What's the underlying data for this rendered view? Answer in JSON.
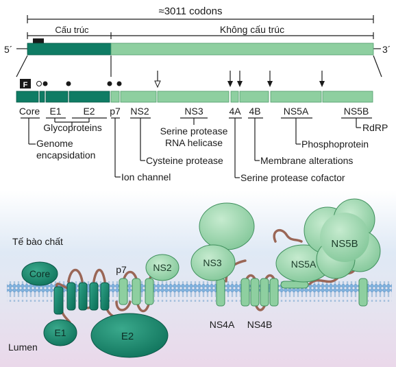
{
  "genome": {
    "codon_label": "≈3011 codons",
    "structural_label": "Cấu trúc",
    "nonstructural_label": "Không cấu trúc",
    "five_prime": "5´",
    "three_prime": "3´",
    "f_marker": "F"
  },
  "proteins": {
    "core": "Core",
    "e1": "E1",
    "e2": "E2",
    "p7": "p7",
    "ns2": "NS2",
    "ns3": "NS3",
    "ns4a": "4A",
    "ns4b": "4B",
    "ns5a": "NS5A",
    "ns5b": "NS5B"
  },
  "functions": {
    "glycoproteins": "Glycoproteins",
    "genome_encapsidation_1": "Genome",
    "genome_encapsidation_2": "encapsidation",
    "serine_protease": "Serine protease",
    "rna_helicase": "RNA helicase",
    "cysteine_protease": "Cysteine protease",
    "ion_channel": "Ion channel",
    "rdrp": "RdRP",
    "phosphoprotein": "Phosphoprotein",
    "membrane_alterations": "Membrane alterations",
    "serine_protease_cofactor": "Serine protease cofactor"
  },
  "membrane": {
    "cytoplasm_label": "Tế bào chất",
    "lumen_label": "Lumen",
    "core": "Core",
    "e1": "E1",
    "e2": "E2",
    "p7": "p7",
    "ns2": "NS2",
    "ns3": "NS3",
    "ns4a": "NS4A",
    "ns4b": "NS4B",
    "ns5a": "NS5A",
    "ns5b": "NS5B"
  },
  "colors": {
    "dark_teal": "#0f7c64",
    "light_green": "#8ecfa0",
    "loop_brown": "#9a6656",
    "cytoplasm_top": "#dfe9f5",
    "lumen_bottom": "#ead8ea"
  }
}
